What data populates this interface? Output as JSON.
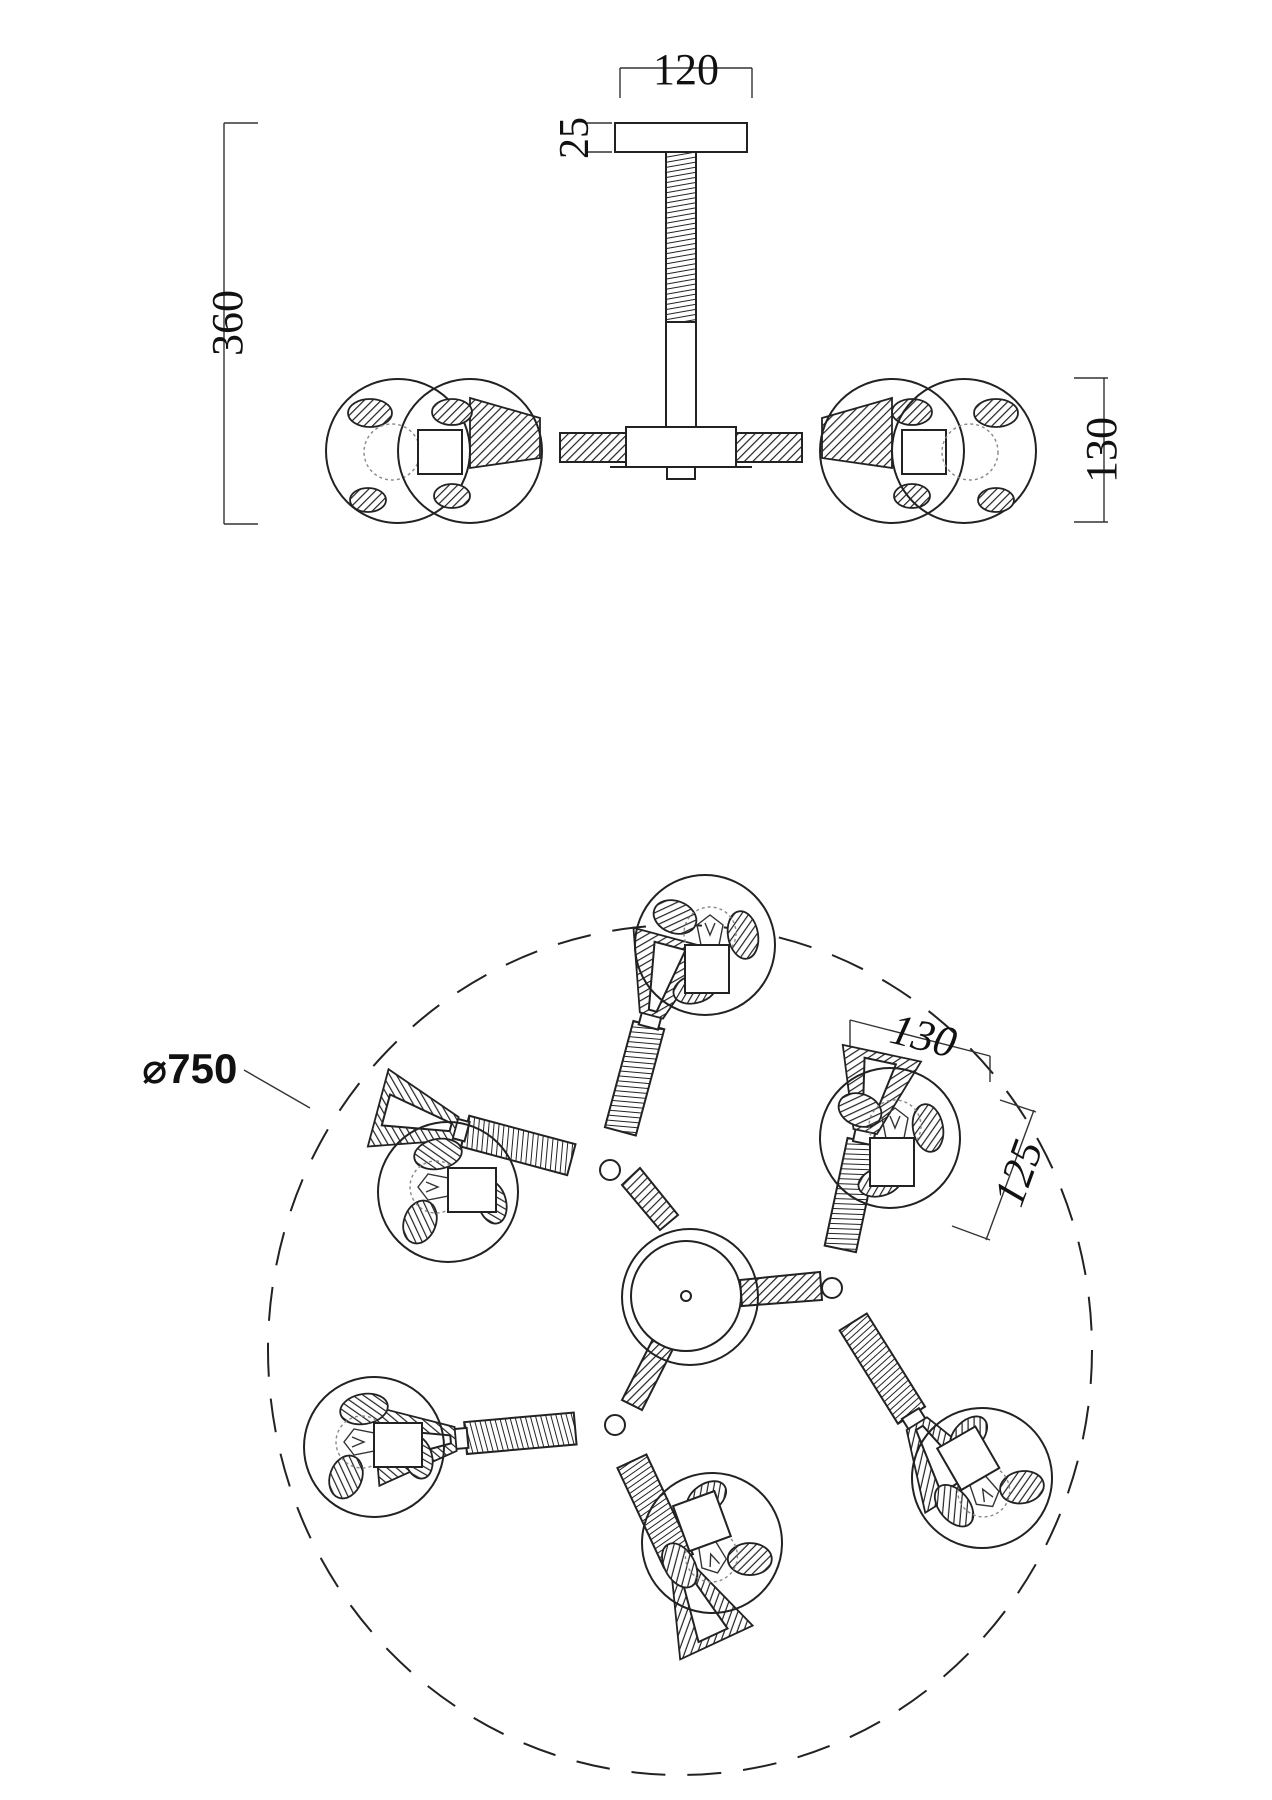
{
  "dimensions": {
    "top_width": "120",
    "canopy_height": "25",
    "total_height": "360",
    "side_globe_height": "130",
    "diameter": "⌀750",
    "globe_width": "130",
    "globe_depth": "125"
  },
  "colors": {
    "line": "#222222",
    "background": "#ffffff"
  }
}
